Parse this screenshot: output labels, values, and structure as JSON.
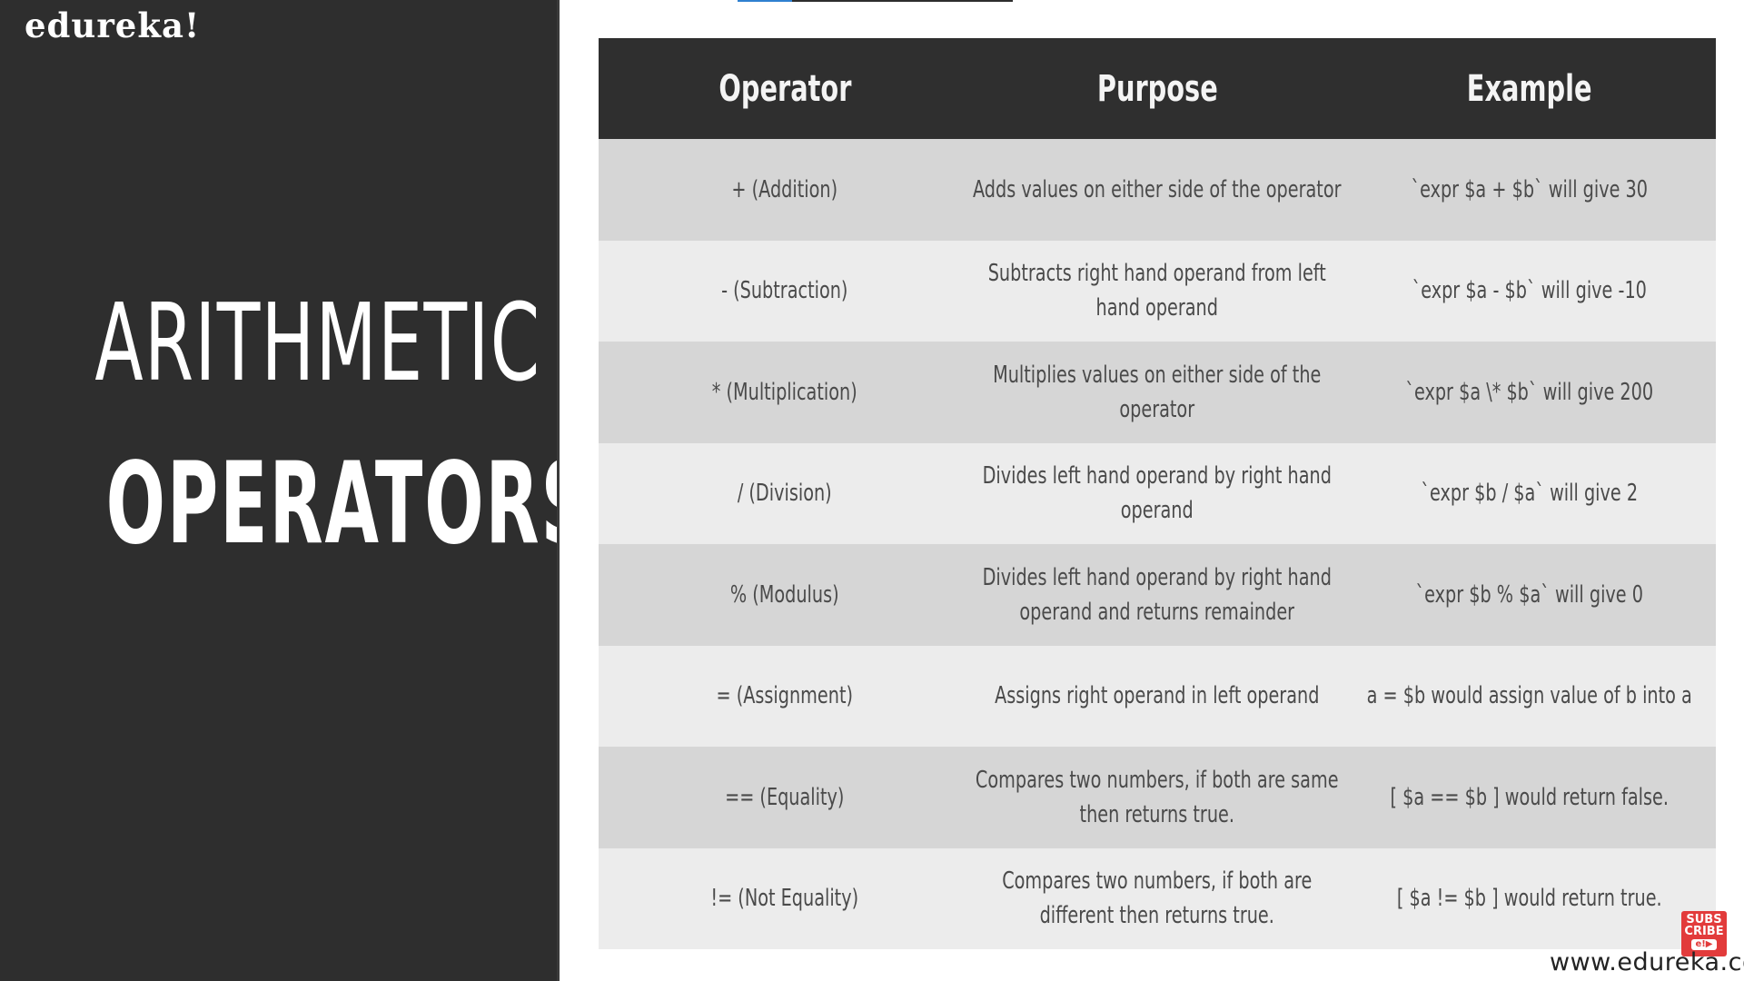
{
  "brand": {
    "logo_text": "edureka!",
    "site_url": "www.edureka.co",
    "subscribe_badge": "SUBS CRIBE",
    "subscribe_play": "e!▶"
  },
  "slide": {
    "title_line1": "ARITHMETIC",
    "title_line2": "OPERATORS"
  },
  "table": {
    "headers": [
      "Operator",
      "Purpose",
      "Example"
    ],
    "rows": [
      {
        "operator": "+ (Addition)",
        "purpose": "Adds values on either side of the operator",
        "example": "`expr $a + $b` will give 30"
      },
      {
        "operator": "- (Subtraction)",
        "purpose": "Subtracts right hand operand from left hand operand",
        "example": "`expr $a - $b` will give -10"
      },
      {
        "operator": "* (Multiplication)",
        "purpose": "Multiplies values on either side of the operator",
        "example": "`expr $a \\* $b` will give 200"
      },
      {
        "operator": "/ (Division)",
        "purpose": "Divides left hand operand by right hand operand",
        "example": "`expr $b / $a` will give 2"
      },
      {
        "operator": "% (Modulus)",
        "purpose": "Divides left hand operand by right hand operand and returns remainder",
        "example": "`expr $b % $a` will give 0"
      },
      {
        "operator": "= (Assignment)",
        "purpose": "Assigns right operand in left operand",
        "example": "a = $b would assign value of b into a"
      },
      {
        "operator": "== (Equality)",
        "purpose": "Compares two numbers, if both are same then returns true.",
        "example": "[ $a == $b ] would return false."
      },
      {
        "operator": "!= (Not Equality)",
        "purpose": "Compares two numbers, if both are different then returns true.",
        "example": "[ $a != $b ] would return true."
      }
    ]
  },
  "colors": {
    "panel": "#2e2e2e",
    "header": "#2f2f2f",
    "row_odd": "#d6d6d6",
    "row_even": "#ececec",
    "accent": "#2f80d0",
    "subscribe": "#e23b3b"
  }
}
